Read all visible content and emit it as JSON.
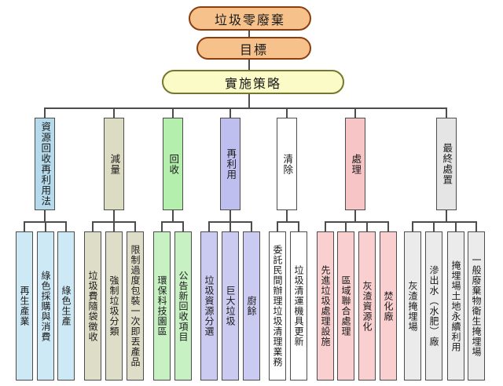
{
  "chain": {
    "root": "垃圾零廢棄",
    "goal": "目標",
    "strategy": "實施策略"
  },
  "branches": [
    {
      "label": "資源回收再利用法",
      "fill": "#b5daeb",
      "leaf_fill": "#cde9f6",
      "leaves": [
        "再生產業",
        "綠色採購與消費",
        "綠色生產"
      ]
    },
    {
      "label": "減量",
      "fill": "#dcdcc3",
      "leaf_fill": "#deddc8",
      "leaves": [
        "垃圾費隨袋徵收",
        "強制垃圾分類",
        "限制過度包裝一次即丟產品"
      ]
    },
    {
      "label": "回收",
      "fill": "#b4efae",
      "leaf_fill": "#c7f0c3",
      "leaves": [
        "環保科技園區",
        "公告新回收項目"
      ]
    },
    {
      "label": "再利用",
      "fill": "#bfbfef",
      "leaf_fill": "#cbcbf1",
      "leaves": [
        "垃圾資源分選",
        "巨大垃圾",
        "廚餘"
      ]
    },
    {
      "label": "清除",
      "fill": "#ffffff",
      "leaf_fill": "#ffffff",
      "leaves": [
        "委託民間辦理垃圾清理業務",
        "垃圾清運機具更新"
      ]
    },
    {
      "label": "處理",
      "fill": "#f7c5c5",
      "leaf_fill": "#f9cfcf",
      "leaves": [
        "先進垃圾處理設施",
        "區域聯合處理",
        "灰渣資源化",
        "焚化廠"
      ]
    },
    {
      "label": "最終處置",
      "fill": "#e5e5e5",
      "leaf_fill": "#ebebeb",
      "leaves": [
        "灰渣掩埋場",
        "滲出水（水肥）廠",
        "掩埋場土地永續利用",
        "一般廢棄物衛生掩埋場"
      ]
    }
  ],
  "colors": {
    "root_fill": "#f7c18b",
    "root_border": "#8a3e10",
    "strategy_fill": "#fbfbc8",
    "strategy_border": "#76762e",
    "line": "#4d4d4d",
    "box_border": "#4d4d4d",
    "text": "#1a1a1a",
    "background": "#ffffff"
  }
}
